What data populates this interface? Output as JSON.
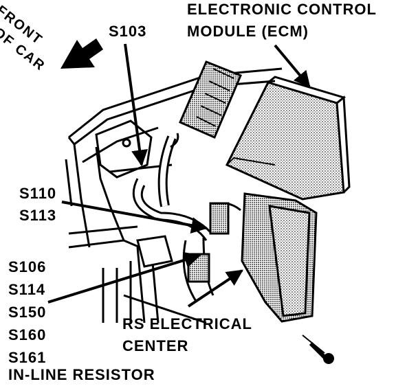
{
  "labels": {
    "front_line1": "FRONT",
    "front_line2": "OF CAR",
    "ecm_line1": "ELECTRONIC CONTROL",
    "ecm_line2": "MODULE (ECM)",
    "s103": "S103",
    "s110": "S110",
    "s113": "S113",
    "stack": [
      "S106",
      "S114",
      "S150",
      "S160",
      "S161"
    ],
    "rs_line1": "RS ELECTRICAL",
    "rs_line2": "CENTER",
    "resistor": "IN-LINE RESISTOR"
  },
  "colors": {
    "ink": "#000000",
    "paper": "#ffffff",
    "stipple": "#7a7a7a"
  }
}
